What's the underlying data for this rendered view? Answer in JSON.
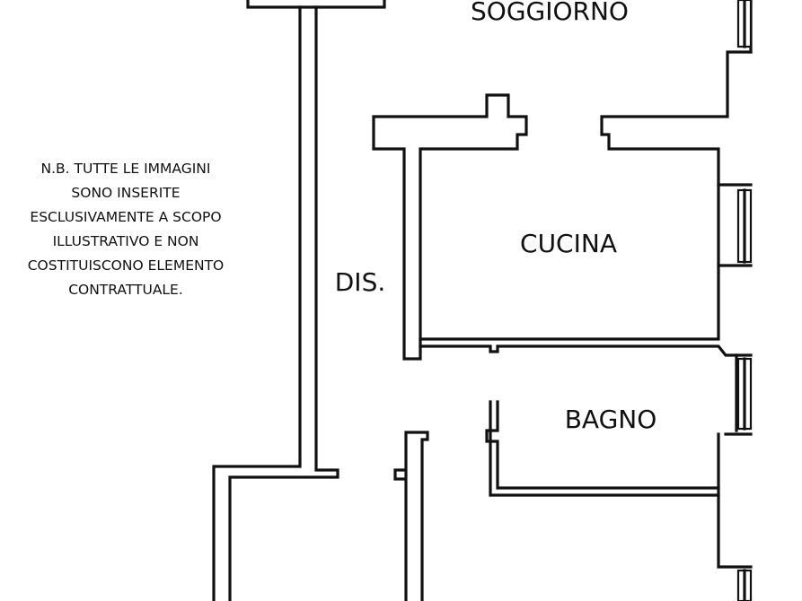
{
  "rooms": {
    "soggiorno": "SOGGIORNO",
    "cucina": "CUCINA",
    "bagno": "BAGNO",
    "disimpegno": "DIS."
  },
  "note": {
    "lines": [
      "N.B. TUTTE LE IMMAGINI",
      "SONO INSERITE",
      "ESCLUSIVAMENTE A SCOPO",
      "ILLUSTRATIVO E NON",
      "COSTITUISCONO ELEMENTO",
      "CONTRATTUALE."
    ]
  },
  "colors": {
    "wall": "#111111",
    "background": "#ffffff"
  }
}
